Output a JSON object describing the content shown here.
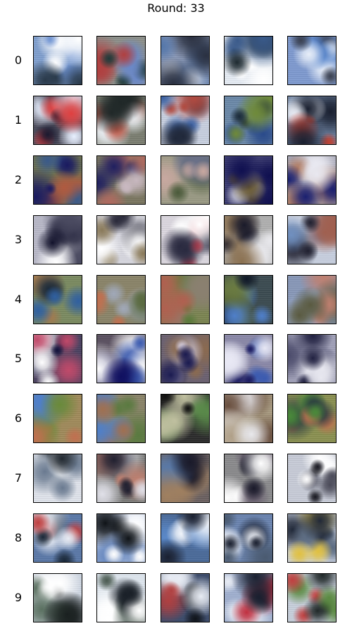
{
  "title": "Round: 33",
  "row_labels": [
    "0",
    "1",
    "2",
    "3",
    "4",
    "5",
    "6",
    "7",
    "8",
    "9"
  ],
  "rows": [
    {
      "tiles": [
        {
          "base": "#7f9fcf",
          "blobs": [
            "#2a3a4a",
            "#ffffff",
            "#6a8fd0"
          ]
        },
        {
          "base": "#8c8f8a",
          "blobs": [
            "#1f3a3a",
            "#b04040",
            "#6a88c8"
          ]
        },
        {
          "base": "#8a99b8",
          "blobs": [
            "#2a3040",
            "#c0c8d8",
            "#5577aa"
          ]
        },
        {
          "base": "#e6ecf4",
          "blobs": [
            "#1e2a30",
            "#3a5a8a",
            "#ffffff"
          ]
        },
        {
          "base": "#7e9ad0",
          "blobs": [
            "#3a4050",
            "#e8eef8",
            "#4f7fc9"
          ]
        }
      ]
    },
    {
      "tiles": [
        {
          "base": "#4a4a5a",
          "blobs": [
            "#1a1a30",
            "#e04040",
            "#e8f0ff"
          ]
        },
        {
          "base": "#7a7d70",
          "blobs": [
            "#202828",
            "#c05a4a",
            "#e8ecf0"
          ]
        },
        {
          "base": "#c8d0e0",
          "blobs": [
            "#20283a",
            "#3a5fa0",
            "#b04a40"
          ]
        },
        {
          "base": "#6a88a8",
          "blobs": [
            "#1a2a3a",
            "#6f8a3a",
            "#2a4a8a"
          ]
        },
        {
          "base": "#6a7f9f",
          "blobs": [
            "#1a2030",
            "#c04030",
            "#e8ecf4"
          ]
        }
      ]
    },
    {
      "tiles": [
        {
          "base": "#6a7050",
          "blobs": [
            "#1a1a60",
            "#b05a40",
            "#3a5a8a"
          ]
        },
        {
          "base": "#7a7660",
          "blobs": [
            "#202060",
            "#b06a60",
            "#c8b8c0"
          ]
        },
        {
          "base": "#9a9a84",
          "blobs": [
            "#4a5a3a",
            "#c8a8a0",
            "#6a7088"
          ]
        },
        {
          "base": "#3a3a70",
          "blobs": [
            "#101050",
            "#6a5a30",
            "#c8c8d8"
          ]
        },
        {
          "base": "#a8a8b8",
          "blobs": [
            "#1a2070",
            "#b07a60",
            "#e8e8f0"
          ]
        }
      ]
    },
    {
      "tiles": [
        {
          "base": "#b8b8c8",
          "blobs": [
            "#10102a",
            "#ffffff",
            "#4a4a60"
          ]
        },
        {
          "base": "#d8d8e0",
          "blobs": [
            "#2a2a3a",
            "#8a7a5a",
            "#ffffff"
          ]
        },
        {
          "base": "#dcd8e0",
          "blobs": [
            "#2a2a40",
            "#c04050",
            "#ffffff"
          ]
        },
        {
          "base": "#b0b0b0",
          "blobs": [
            "#1a1a2a",
            "#8a7050",
            "#e8e8ec"
          ]
        },
        {
          "base": "#c8d0e0",
          "blobs": [
            "#202030",
            "#a06050",
            "#7090c0"
          ]
        }
      ]
    },
    {
      "tiles": [
        {
          "base": "#7a8a60",
          "blobs": [
            "#3060a0",
            "#1a2a3a",
            "#a07a50"
          ]
        },
        {
          "base": "#8a8468",
          "blobs": [
            "#c07050",
            "#5a6a40",
            "#a0a8b8"
          ]
        },
        {
          "base": "#7a8450",
          "blobs": [
            "#b06050",
            "#5a7a3a",
            "#8a8070"
          ]
        },
        {
          "base": "#3a4a50",
          "blobs": [
            "#101828",
            "#6a7a40",
            "#4f7fc9"
          ]
        },
        {
          "base": "#8898b8",
          "blobs": [
            "#5a5a40",
            "#c08070",
            "#a0b0d0"
          ]
        }
      ]
    },
    {
      "tiles": [
        {
          "base": "#4a4060",
          "blobs": [
            "#10103a",
            "#ffffff",
            "#c04a6a"
          ]
        },
        {
          "base": "#5a5060",
          "blobs": [
            "#101060",
            "#3a5ab0",
            "#ffffff"
          ]
        },
        {
          "base": "#6a6070",
          "blobs": [
            "#1a1a50",
            "#d0c8d8",
            "#8a6a50"
          ]
        },
        {
          "base": "#8a88a8",
          "blobs": [
            "#1a1a60",
            "#e8e8f4",
            "#3a5ab0"
          ]
        },
        {
          "base": "#a0a0b8",
          "blobs": [
            "#202040",
            "#e8e8f0",
            "#4a4a6a"
          ]
        }
      ]
    },
    {
      "tiles": [
        {
          "base": "#a08a5a",
          "blobs": [
            "#6a8a3a",
            "#c07050",
            "#4f7fc9"
          ]
        },
        {
          "base": "#8a8468",
          "blobs": [
            "#a07050",
            "#5a7a40",
            "#4f7fc9"
          ]
        },
        {
          "base": "#2a2a2a",
          "blobs": [
            "#101010",
            "#c0c0a0",
            "#5a8a4a"
          ]
        },
        {
          "base": "#a89a80",
          "blobs": [
            "#e8e8ec",
            "#6a5040",
            "#b0a088"
          ]
        },
        {
          "base": "#8a9050",
          "blobs": [
            "#4a8a3a",
            "#2a3a40",
            "#c07050"
          ]
        }
      ]
    },
    {
      "tiles": [
        {
          "base": "#e0e4ec",
          "blobs": [
            "#202830",
            "#6a7a90",
            "#ffffff"
          ]
        },
        {
          "base": "#7a7a78",
          "blobs": [
            "#202030",
            "#c08070",
            "#e0e0e8"
          ]
        },
        {
          "base": "#6a6060",
          "blobs": [
            "#1a1a2a",
            "#a08060",
            "#5a7aa8"
          ]
        },
        {
          "base": "#8a8a8c",
          "blobs": [
            "#1a1a2a",
            "#ffffff",
            "#6a6070"
          ]
        },
        {
          "base": "#c8ccd8",
          "blobs": [
            "#181820",
            "#ffffff",
            "#4a4a58"
          ]
        }
      ]
    },
    {
      "tiles": [
        {
          "base": "#5a78a8",
          "blobs": [
            "#1a2838",
            "#e8ecf4",
            "#c04040"
          ]
        },
        {
          "base": "#c8d4ec",
          "blobs": [
            "#101418",
            "#ffffff",
            "#6a8ac0"
          ]
        },
        {
          "base": "#4a6a9a",
          "blobs": [
            "#1a2030",
            "#f0f4fa",
            "#5a88c8"
          ]
        },
        {
          "base": "#6a84b0",
          "blobs": [
            "#1a2030",
            "#e8ecf4",
            "#4a5a70"
          ]
        },
        {
          "base": "#d0d8e8",
          "blobs": [
            "#202838",
            "#e0c040",
            "#5a6a80"
          ]
        }
      ]
    },
    {
      "tiles": [
        {
          "base": "#d0d8e4",
          "blobs": [
            "#1a2020",
            "#5a7060",
            "#ffffff"
          ]
        },
        {
          "base": "#e0e8f0",
          "blobs": [
            "#1a2028",
            "#4a5a50",
            "#ffffff"
          ]
        },
        {
          "base": "#3a4a6a",
          "blobs": [
            "#10141a",
            "#e8ecf4",
            "#b04040"
          ]
        },
        {
          "base": "#a0b0d0",
          "blobs": [
            "#1a2030",
            "#c03040",
            "#e8ecf4"
          ]
        },
        {
          "base": "#c8d0dc",
          "blobs": [
            "#202828",
            "#c04040",
            "#5a8a40"
          ]
        }
      ]
    }
  ]
}
